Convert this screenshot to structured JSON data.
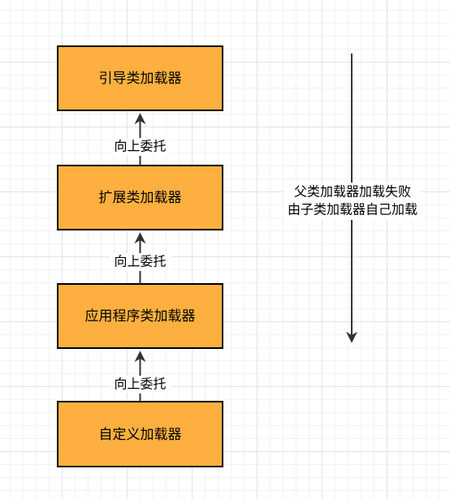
{
  "diagram": {
    "boxes": [
      {
        "label": "引导类加载器"
      },
      {
        "label": "扩展类加载器"
      },
      {
        "label": "应用程序类加载器"
      },
      {
        "label": "自定义加载器"
      }
    ],
    "edges": [
      {
        "from": "扩展类加载器",
        "to": "引导类加载器",
        "label": "向上委托"
      },
      {
        "from": "应用程序类加载器",
        "to": "扩展类加载器",
        "label": "向上委托"
      },
      {
        "from": "自定义加载器",
        "to": "应用程序类加载器",
        "label": "向上委托"
      }
    ],
    "note": {
      "line1": "父类加载器加载失败",
      "line2": "由子类加载器自己加载"
    },
    "colors": {
      "box_fill": "#FDB03F",
      "box_stroke": "#000000",
      "arrow": "#333333"
    }
  }
}
